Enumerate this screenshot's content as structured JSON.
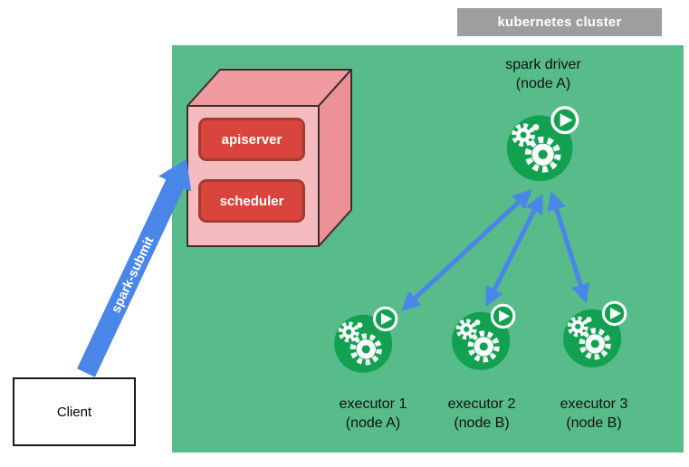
{
  "cluster": {
    "label": "kubernetes cluster"
  },
  "control_plane": {
    "apiserver": "apiserver",
    "scheduler": "scheduler"
  },
  "driver": {
    "title": "spark driver",
    "node": "(node A)"
  },
  "executors": [
    {
      "title": "executor 1",
      "node": "(node A)"
    },
    {
      "title": "executor 2",
      "node": "(node B)"
    },
    {
      "title": "executor 3",
      "node": "(node B)"
    }
  ],
  "client": {
    "label": "Client"
  },
  "spark_submit": {
    "label": "spark-submit"
  },
  "colors": {
    "cluster_green": "#57bb8a",
    "label_gray": "#9e9e9e",
    "pod_green": "#12a150",
    "control_red": "#d9453d",
    "control_red_border": "#a33b32",
    "cube_front_pink": "#f5bcbf",
    "cube_side_pink": "#ef9ba0",
    "arrow_blue": "#4a86e8"
  },
  "icons": {
    "pod": "spark-pod-icon",
    "gear": "gear-icon",
    "play": "play-icon",
    "link": "double-headed-arrow-icon",
    "submit_arrow": "spark-submit-arrow-icon"
  }
}
